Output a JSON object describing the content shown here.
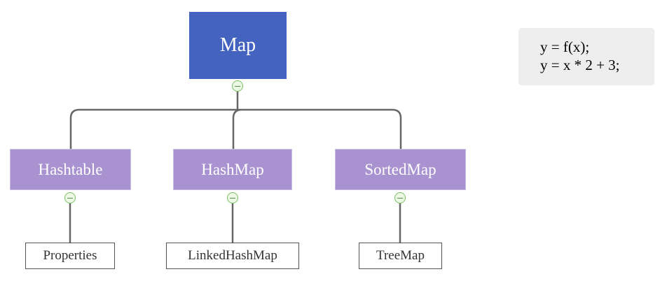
{
  "diagram": {
    "root": {
      "label": "Map"
    },
    "children": [
      {
        "label": "Hashtable",
        "child": {
          "label": "Properties"
        }
      },
      {
        "label": "HashMap",
        "child": {
          "label": "LinkedHashMap"
        }
      },
      {
        "label": "SortedMap",
        "child": {
          "label": "TreeMap"
        }
      }
    ]
  },
  "code": {
    "lines": [
      "y = f(x);",
      "y = x * 2 + 3;"
    ]
  },
  "colors": {
    "root_fill": "#4462c0",
    "child_fill": "#a992d0",
    "leaf_border": "#555555",
    "connector": "#666666",
    "collapse_toggle": "#7bbf62"
  }
}
